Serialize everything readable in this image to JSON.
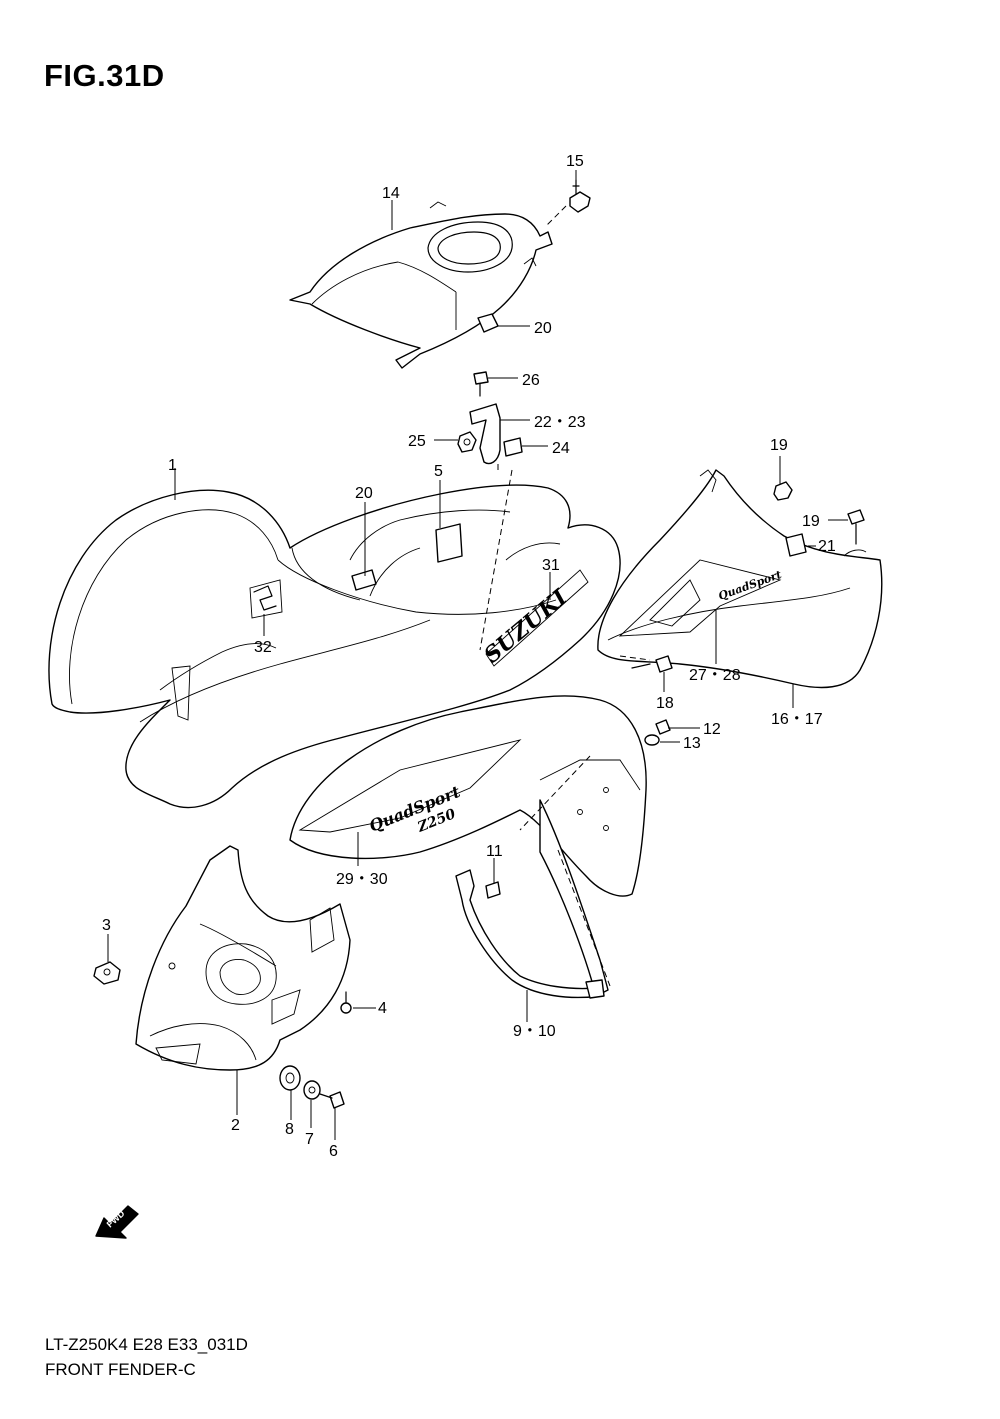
{
  "figure": {
    "title": "FIG.31D",
    "drawing_code": "LT-Z250K4 E28 E33_031D",
    "section_title": "FRONT FENDER-C",
    "fwd_label": "FWD"
  },
  "decals": {
    "brand": "SUZUKI",
    "model_line1": "QuadSport",
    "model_line2": "Z250",
    "side_decal": "QuadSport"
  },
  "callouts": [
    {
      "id": "c1",
      "label": "1"
    },
    {
      "id": "c2",
      "label": "2"
    },
    {
      "id": "c3",
      "label": "3"
    },
    {
      "id": "c4",
      "label": "4"
    },
    {
      "id": "c5",
      "label": "5"
    },
    {
      "id": "c6",
      "label": "6"
    },
    {
      "id": "c7",
      "label": "7"
    },
    {
      "id": "c8",
      "label": "8"
    },
    {
      "id": "c9",
      "label": "9・10"
    },
    {
      "id": "c11",
      "label": "11"
    },
    {
      "id": "c12",
      "label": "12"
    },
    {
      "id": "c13",
      "label": "13"
    },
    {
      "id": "c14",
      "label": "14"
    },
    {
      "id": "c15",
      "label": "15"
    },
    {
      "id": "c16",
      "label": "16・17"
    },
    {
      "id": "c18",
      "label": "18"
    },
    {
      "id": "c19a",
      "label": "19"
    },
    {
      "id": "c19b",
      "label": "19"
    },
    {
      "id": "c20a",
      "label": "20"
    },
    {
      "id": "c20b",
      "label": "20"
    },
    {
      "id": "c21",
      "label": "21"
    },
    {
      "id": "c22",
      "label": "22・23"
    },
    {
      "id": "c24",
      "label": "24"
    },
    {
      "id": "c25",
      "label": "25"
    },
    {
      "id": "c26",
      "label": "26"
    },
    {
      "id": "c27",
      "label": "27・28"
    },
    {
      "id": "c29",
      "label": "29・30"
    },
    {
      "id": "c31",
      "label": "31"
    },
    {
      "id": "c32",
      "label": "32"
    }
  ]
}
